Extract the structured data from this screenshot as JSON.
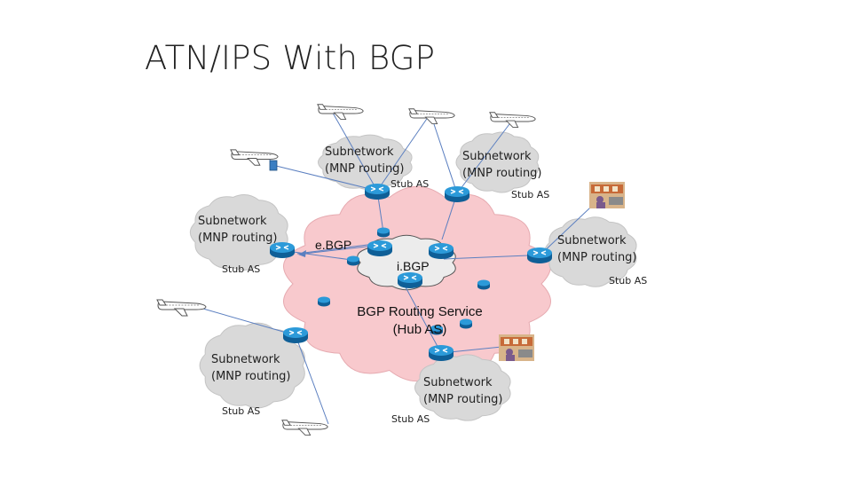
{
  "slide": {
    "title": "ATN/IPS With BGP"
  },
  "subnetworks": [
    {
      "line1": "Subnetwork",
      "line2": "(MNP routing)",
      "stub": "Stub AS"
    },
    {
      "line1": "Subnetwork",
      "line2": "(MNP routing)",
      "stub": "Stub AS"
    },
    {
      "line1": "Subnetwork",
      "line2": "(MNP routing)",
      "stub": "Stub AS"
    },
    {
      "line1": "Subnetwork",
      "line2": "(MNP routing)",
      "stub": "Stub AS"
    },
    {
      "line1": "Subnetwork",
      "line2": "(MNP routing)",
      "stub": "Stub AS"
    },
    {
      "line1": "Subnetwork",
      "line2": "(MNP routing)",
      "stub": "Stub AS"
    }
  ],
  "hub": {
    "line1": "BGP Routing Service",
    "line2": "(Hub AS)"
  },
  "protocols": {
    "ebgp": "e.BGP",
    "ibgp": "i.BGP"
  },
  "colors": {
    "hub_cloud": "#f8c9cd",
    "subnet_cloud": "#d9d9d9",
    "router": "#1b87c9",
    "edge": "#5b7fc0"
  }
}
